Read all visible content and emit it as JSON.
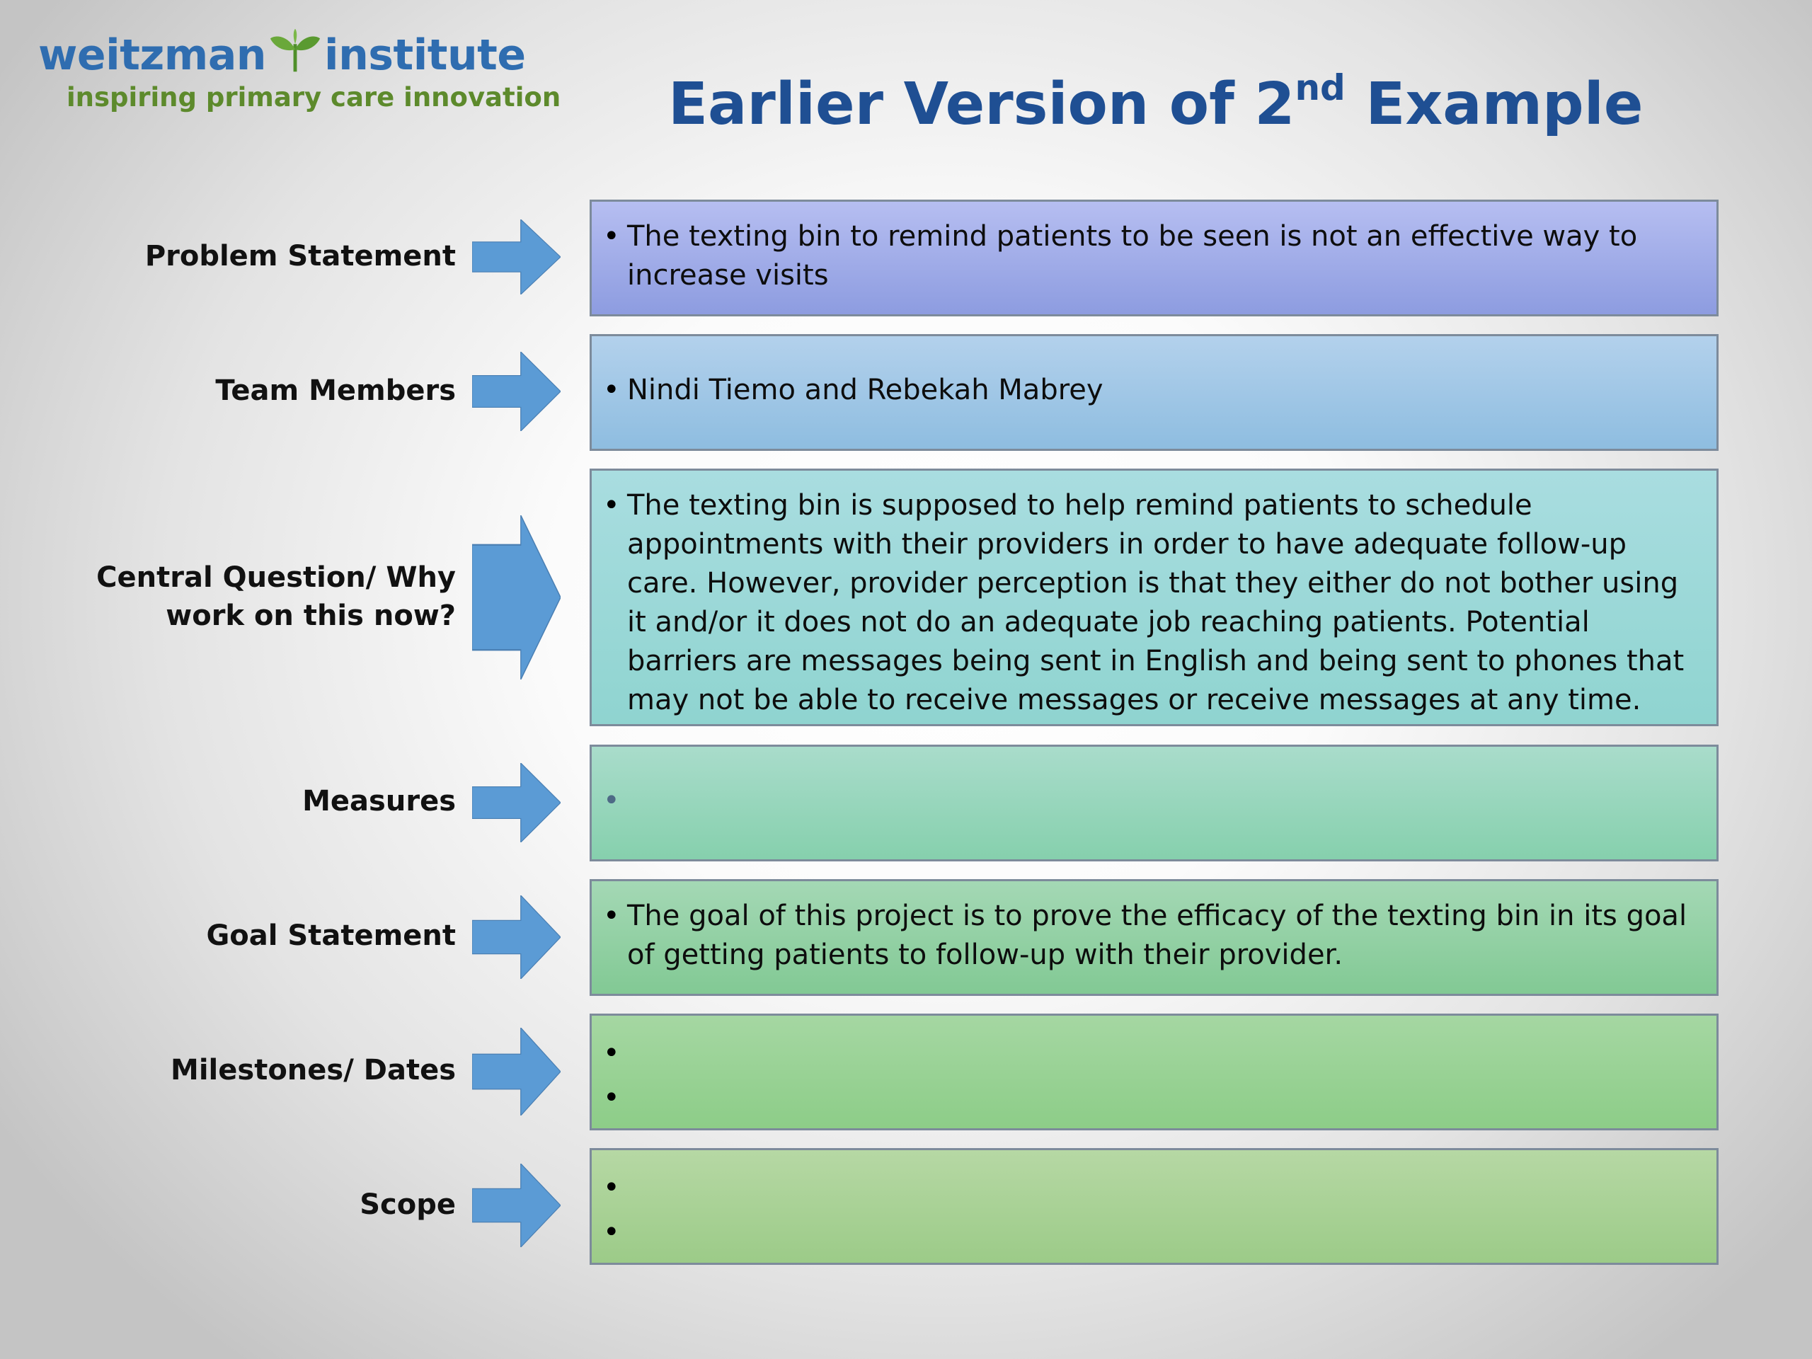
{
  "brand": {
    "name_part1": "weitzman",
    "name_part2": "institute",
    "tagline": "inspiring primary care innovation",
    "logo_color": "#2f6db0",
    "tagline_color": "#5d8a2c"
  },
  "slide": {
    "title_main": "Earlier Version of 2",
    "title_sup": "nd",
    "title_end": " Example",
    "title_color": "#1f4f93"
  },
  "rows": [
    {
      "label_lines": [
        "Problem Statement"
      ],
      "bullets": [
        "The texting bin to remind patients to be seen is not an effective way to increase visits"
      ],
      "fill": "#9eabe8"
    },
    {
      "label_lines": [
        "Team Members"
      ],
      "bullets": [
        "Nindi Tiemo and Rebekah Mabrey"
      ],
      "fill": "#a0c7e6"
    },
    {
      "label_lines": [
        "Central Question/ Why",
        "work on this now?"
      ],
      "bullets": [
        "The texting bin is supposed to help remind patients to schedule appointments with their providers in order to have adequate follow-up care. However, provider perception is that they either do not bother using it and/or it does not do an adequate job reaching patients. Potential barriers are messages being sent in English and being sent to phones that may not be able to receive messages or receive messages at any time."
      ],
      "fill": "#9cd9d8"
    },
    {
      "label_lines": [
        "Measures"
      ],
      "bullets": [
        ""
      ],
      "fill": "#97d6bc"
    },
    {
      "label_lines": [
        "Goal Statement"
      ],
      "bullets": [
        "The goal of this project is to prove the efficacy of the texting bin in its goal of getting patients to follow-up with their provider."
      ],
      "fill": "#93d0a4"
    },
    {
      "label_lines": [
        "Milestones/ Dates"
      ],
      "bullets": [
        "",
        ""
      ],
      "fill": "#99d295"
    },
    {
      "label_lines": [
        "Scope"
      ],
      "bullets": [
        "",
        ""
      ],
      "fill": "#a9d196"
    }
  ]
}
